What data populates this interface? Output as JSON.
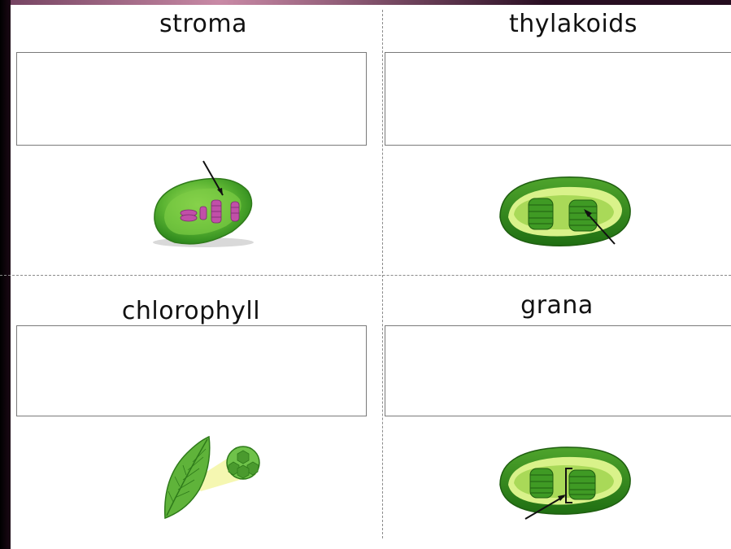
{
  "cards": [
    {
      "term": "stroma",
      "answer_value": "",
      "icon": "chloroplast-stroma-icon"
    },
    {
      "term": "thylakoids",
      "answer_value": "",
      "icon": "chloroplast-thylakoids-icon"
    },
    {
      "term": "chlorophyll",
      "answer_value": "",
      "icon": "leaf-chlorophyll-icon"
    },
    {
      "term": "grana",
      "answer_value": "",
      "icon": "chloroplast-grana-icon"
    }
  ],
  "colors": {
    "chloroplast_dark": "#2f8a1e",
    "chloroplast_light": "#9fe05a",
    "stroma_pink": "#c14fa8",
    "dash_line": "#8a8a8a"
  }
}
